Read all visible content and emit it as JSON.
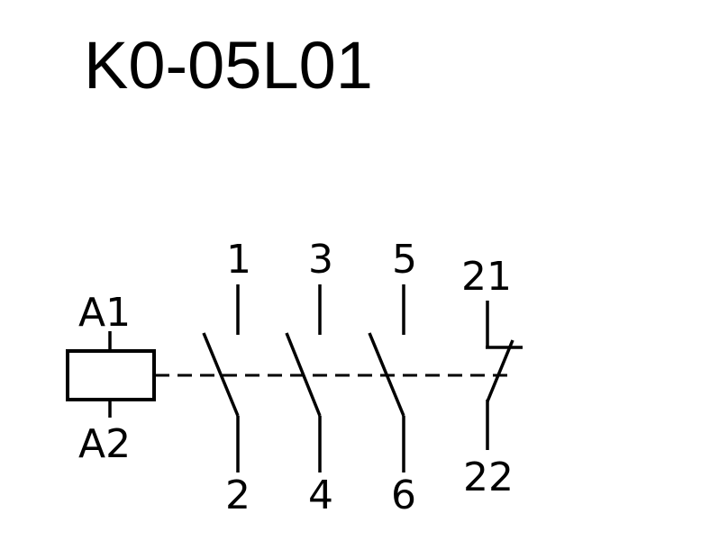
{
  "title": "K0-05L01",
  "coil": {
    "top_terminal": "A1",
    "bottom_terminal": "A2"
  },
  "contacts": [
    {
      "type": "normally-open",
      "top": "1",
      "bottom": "2"
    },
    {
      "type": "normally-open",
      "top": "3",
      "bottom": "4"
    },
    {
      "type": "normally-open",
      "top": "5",
      "bottom": "6"
    },
    {
      "type": "normally-closed",
      "top": "21",
      "bottom": "22"
    }
  ],
  "colors": {
    "ink": "#000000",
    "background": "#ffffff"
  }
}
